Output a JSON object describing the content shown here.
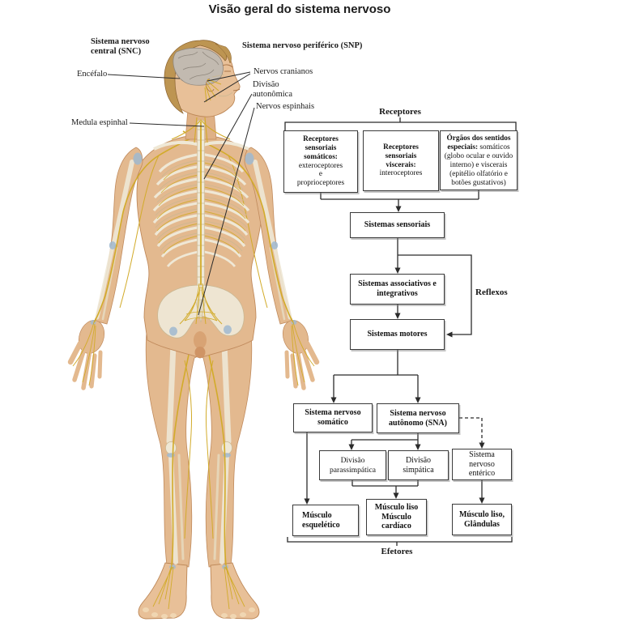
{
  "title": "Visão geral do sistema nervoso",
  "anatomy": {
    "snc_label": "Sistema nervoso\ncentral (SNC)",
    "snp_label": "Sistema nervoso periférico (SNP)",
    "encefalo": "Encéfalo",
    "medula_espinhal": "Medula espinhal",
    "nervos_cranianos": "Nervos cranianos",
    "divisao_autonomica": "Divisão\nautonômica",
    "nervos_espinhais": "Nervos espinhais"
  },
  "flowchart": {
    "receptores_header": "Receptores",
    "efetores_footer": "Efetores",
    "reflexos_label": "Reflexos",
    "receptor_boxes": [
      {
        "bold": "Receptores\nsensoriais\nsomáticos:",
        "normal": "exteroceptores\ne\nproprioceptores"
      },
      {
        "bold": "Receptores\nsensoriais\nviscerais:",
        "normal": "interoceptores"
      },
      {
        "bold": "Órgãos dos sentidos especiais:",
        "normal": "somáticos (globo ocular e ouvido interno) e viscerais (epitélio olfatório e botões gustativos)"
      }
    ],
    "sistemas_sensoriais": "Sistemas sensoriais",
    "sistemas_associativos": "Sistemas associativos e\nintegrativos",
    "sistemas_motores": "Sistemas motores",
    "sistema_nervoso_somatico": "Sistema nervoso\nsomático",
    "sistema_nervoso_autonomo": "Sistema nervoso\nautônomo (SNA)",
    "divisao_parassimpatica": "Divisão\nparassimpática",
    "divisao_simpatica": "Divisão\nsimpática",
    "sistema_nervoso_enterico": "Sistema\nnervoso\nentérico",
    "musculo_esqueletico": "Músculo\nesquelético",
    "musculo_liso_cardiaco": "Músculo liso\nMúsculo\ncardíaco",
    "musculo_liso_glandulas": "Músculo liso,\nGlândulas"
  },
  "colors": {
    "line": "#2b2b2b",
    "nerve_yellow": "#d2ab2a",
    "skin": "#e3b98f",
    "bone": "#efe8d6",
    "joint_blue": "#9fb9d0",
    "brain_gray": "#c2bab0",
    "hair": "#bd9552"
  }
}
